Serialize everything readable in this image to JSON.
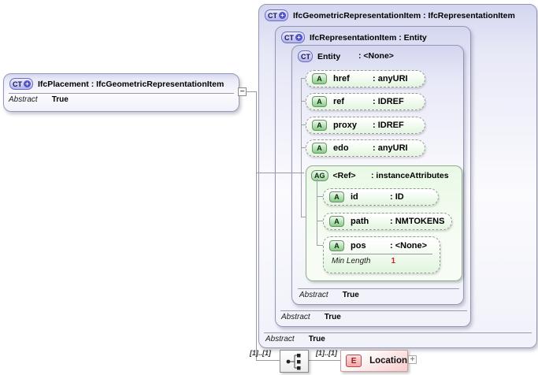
{
  "placement_box": {
    "icon_text": "CT",
    "plus_symbol": "+",
    "title": "IfcPlacement : IfcGeometricRepresentationItem",
    "abstract_label": "Abstract",
    "abstract_value": "True"
  },
  "collapse_symbol": "−",
  "geometric_item_box": {
    "icon_text": "CT",
    "plus_symbol": "+",
    "title": "IfcGeometricRepresentationItem : IfcRepresentationItem",
    "abstract_label": "Abstract",
    "abstract_value": "True"
  },
  "representation_item_box": {
    "icon_text": "CT",
    "plus_symbol": "+",
    "title": "IfcRepresentationItem : Entity",
    "abstract_label": "Abstract",
    "abstract_value": "True"
  },
  "entity_box": {
    "icon_text": "CT",
    "name": "Entity",
    "type": ": <None>",
    "abstract_label": "Abstract",
    "abstract_value": "True",
    "attributes": [
      {
        "icon_text": "A",
        "name": "href",
        "type": ": anyURI"
      },
      {
        "icon_text": "A",
        "name": "ref",
        "type": ": IDREF"
      },
      {
        "icon_text": "A",
        "name": "proxy",
        "type": ": IDREF"
      },
      {
        "icon_text": "A",
        "name": "edo",
        "type": ": anyURI"
      }
    ],
    "attribute_group": {
      "icon_text": "AG",
      "name": "<Ref>",
      "type": ": instanceAttributes",
      "attributes": [
        {
          "icon_text": "A",
          "name": "id",
          "type": ": ID"
        },
        {
          "icon_text": "A",
          "name": "path",
          "type": ": NMTOKENS"
        },
        {
          "icon_text": "A",
          "name": "pos",
          "type": ": <None>",
          "facet_label": "Min Length",
          "facet_value": "1"
        }
      ]
    }
  },
  "content_model": {
    "cardinality_left": "[1]..[1]",
    "cardinality_right": "[1]..[1]",
    "compositor": "sequence",
    "element": {
      "icon_text": "E",
      "name": "Location"
    },
    "expand_symbol": "+"
  },
  "colors": {
    "type_box_fill": "#d4d6f0",
    "type_icon_fill": "#b1b3eb",
    "attribute_fill": "#e3f6e0",
    "attribute_group_fill": "#e9f9e6",
    "element_fill": "#f9cfcf",
    "element_icon_fill": "#f0a8a8",
    "facet_value_red": "#cc2222",
    "line_gray": "#9a9aa5"
  }
}
